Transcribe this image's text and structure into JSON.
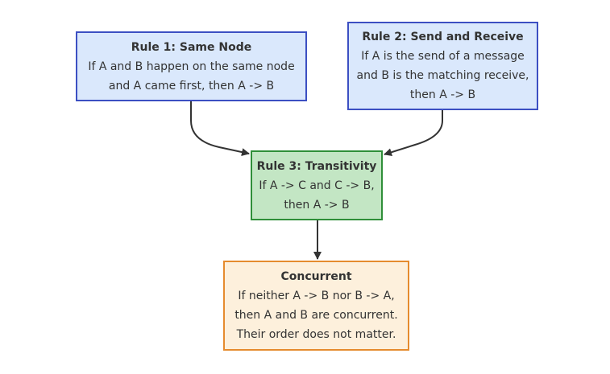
{
  "nodes": {
    "same_node": {
      "title": "Rule 1: Same Node",
      "lines": [
        "If A and B happen on the same node",
        "and A came first, then A -> B"
      ]
    },
    "send_receive": {
      "title": "Rule 2: Send and Receive",
      "lines": [
        "If A is the send of a message",
        "and B is the matching receive,",
        "then A -> B"
      ]
    },
    "transitivity": {
      "title": "Rule 3: Transitivity",
      "lines": [
        "If A -> C and C -> B,",
        "then A -> B"
      ]
    },
    "concurrent": {
      "title": "Concurrent",
      "lines": [
        "If neither A -> B nor B -> A,",
        "then A and B are concurrent.",
        "Their order does not matter."
      ]
    }
  },
  "edges": [
    {
      "from": "same_node",
      "to": "transitivity"
    },
    {
      "from": "send_receive",
      "to": "transitivity"
    },
    {
      "from": "transitivity",
      "to": "concurrent"
    }
  ],
  "colors": {
    "rule_fill": "#dae8fc",
    "rule_border": "#3c4fc2",
    "transitivity_fill": "#c3e6c4",
    "transitivity_border": "#2f8f39",
    "concurrent_fill": "#fdf0dc",
    "concurrent_border": "#e58b2e",
    "edge": "#333333"
  }
}
